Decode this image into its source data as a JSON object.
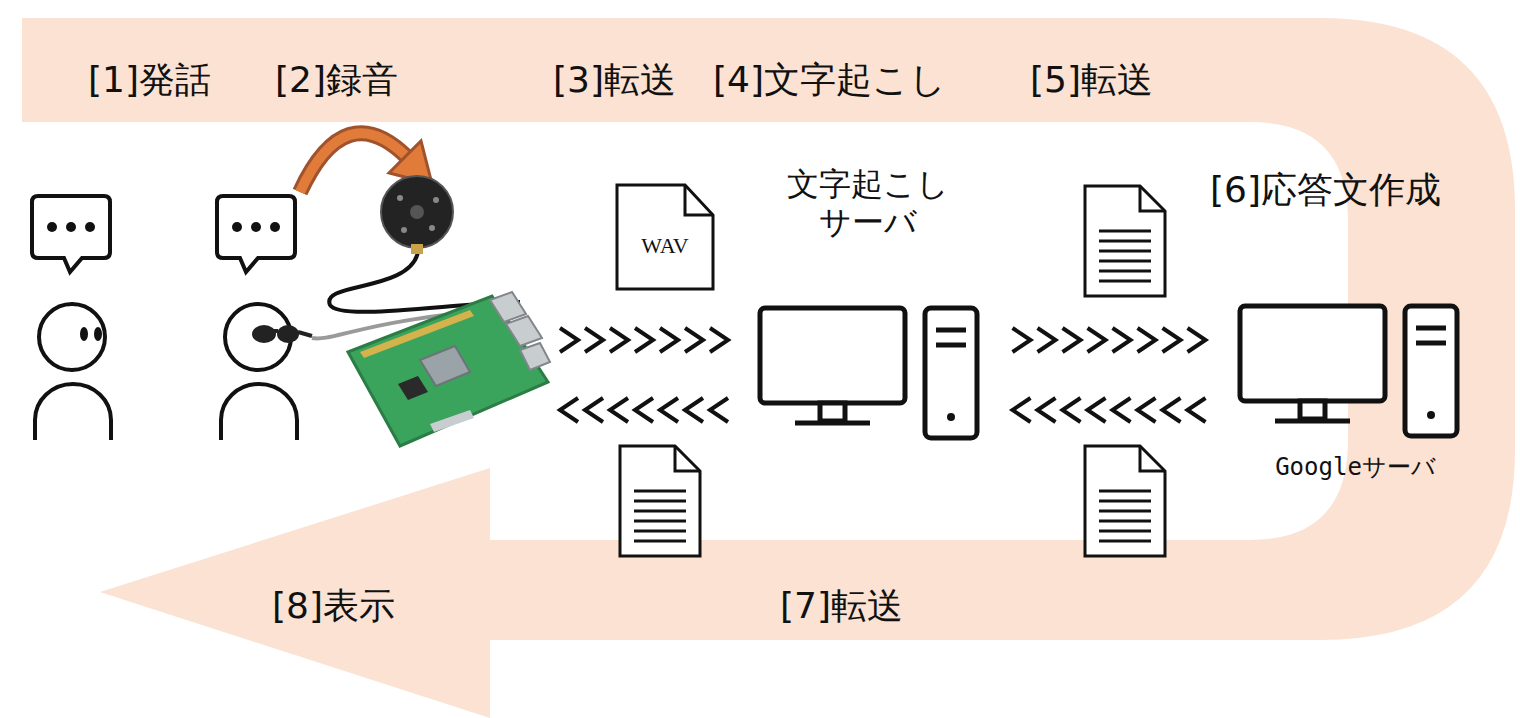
{
  "diagram": {
    "nodes": [
      {
        "text": [
          "WAV"
        ]
      },
      {
        "text": [
          "文字起こし サーバ"
        ]
      },
      {
        "text": [
          "Googleサーバ"
        ]
      }
    ],
    "edges": [
      {
        "from": 1,
        "to": 2,
        "arrow": "to"
      },
      {
        "from": 2,
        "to": 1,
        "arrow": "to"
      }
    ],
    "labels": [
      "[1]発話",
      "[2]録音",
      "[3]転送",
      "[4]文字起こし",
      "[5]転送",
      "[6]応答文作成",
      "[7]転送",
      "[8]表示"
    ]
  }
}
